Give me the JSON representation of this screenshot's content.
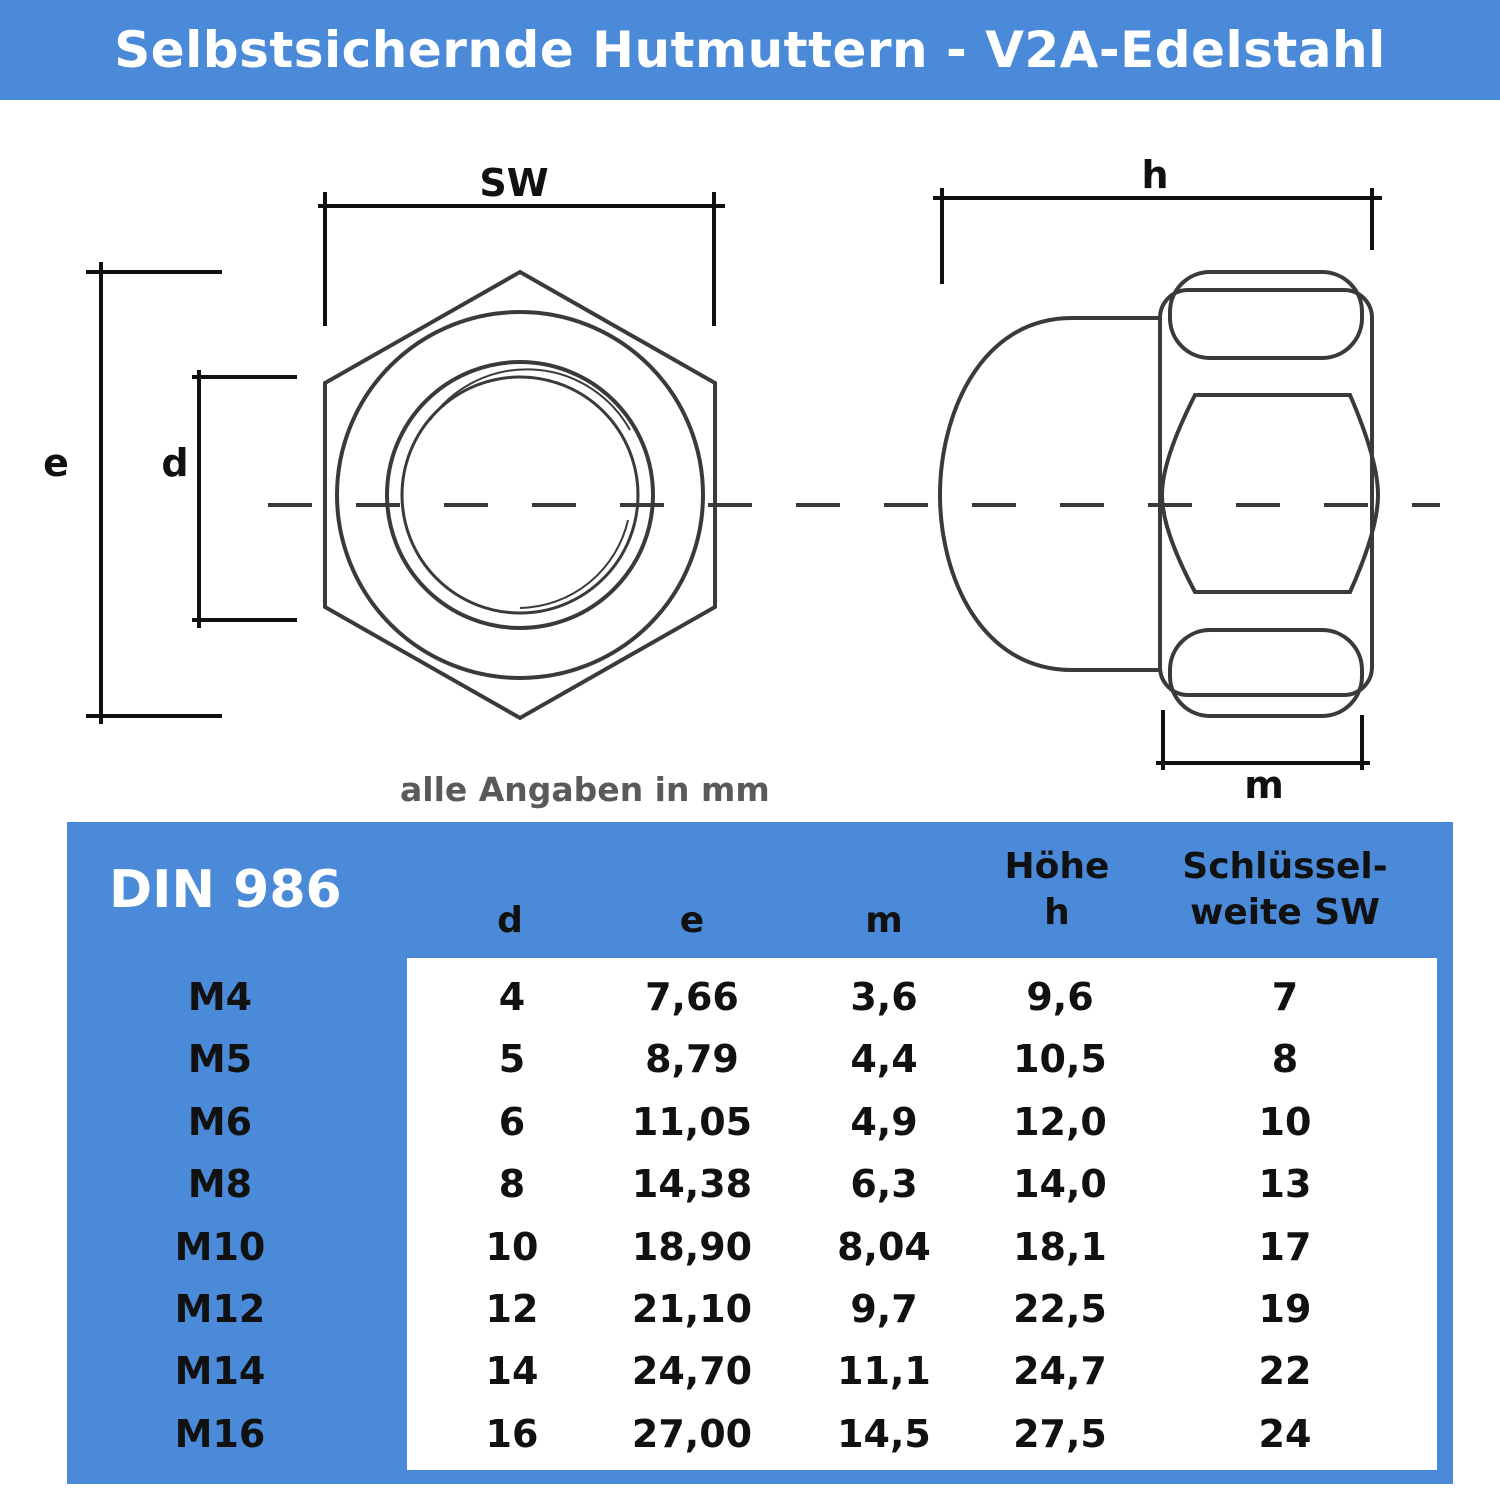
{
  "title": "Selbstsichernde Hutmuttern - V2A-Edelstahl",
  "colors": {
    "banner": "#4a8ad8",
    "drawing_line": "#3a3a3a",
    "panel": "#4a8ad8"
  },
  "dimension_labels": {
    "sw": "SW",
    "h": "h",
    "e": "e",
    "d": "d",
    "m": "m"
  },
  "note": "alle Angaben in mm",
  "table": {
    "standard": "DIN 986",
    "headers": {
      "d": "d",
      "e": "e",
      "m": "m",
      "h_line1": "Höhe",
      "h_line2": "h",
      "sw_line1": "Schlüssel-",
      "sw_line2": "weite SW"
    },
    "rows": [
      {
        "size": "M4",
        "d": "4",
        "e": "7,66",
        "m": "3,6",
        "h": "9,6",
        "sw": "7"
      },
      {
        "size": "M5",
        "d": "5",
        "e": "8,79",
        "m": "4,4",
        "h": "10,5",
        "sw": "8"
      },
      {
        "size": "M6",
        "d": "6",
        "e": "11,05",
        "m": "4,9",
        "h": "12,0",
        "sw": "10"
      },
      {
        "size": "M8",
        "d": "8",
        "e": "14,38",
        "m": "6,3",
        "h": "14,0",
        "sw": "13"
      },
      {
        "size": "M10",
        "d": "10",
        "e": "18,90",
        "m": "8,04",
        "h": "18,1",
        "sw": "17"
      },
      {
        "size": "M12",
        "d": "12",
        "e": "21,10",
        "m": "9,7",
        "h": "22,5",
        "sw": "19"
      },
      {
        "size": "M14",
        "d": "14",
        "e": "24,70",
        "m": "11,1",
        "h": "24,7",
        "sw": "22"
      },
      {
        "size": "M16",
        "d": "16",
        "e": "27,00",
        "m": "14,5",
        "h": "27,5",
        "sw": "24"
      }
    ]
  }
}
